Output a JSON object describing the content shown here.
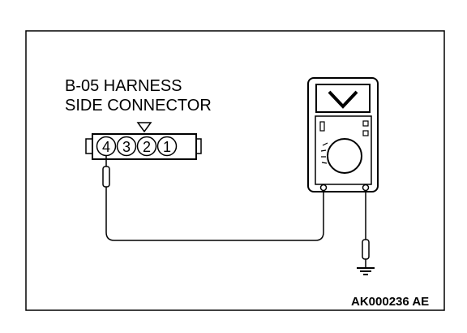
{
  "title_lines": [
    "B-05 HARNESS",
    "SIDE CONNECTOR"
  ],
  "connector": {
    "pins": [
      "4",
      "3",
      "2",
      "1"
    ]
  },
  "meter": {
    "display_symbol": "V"
  },
  "figure_code": "AK000236 AE"
}
